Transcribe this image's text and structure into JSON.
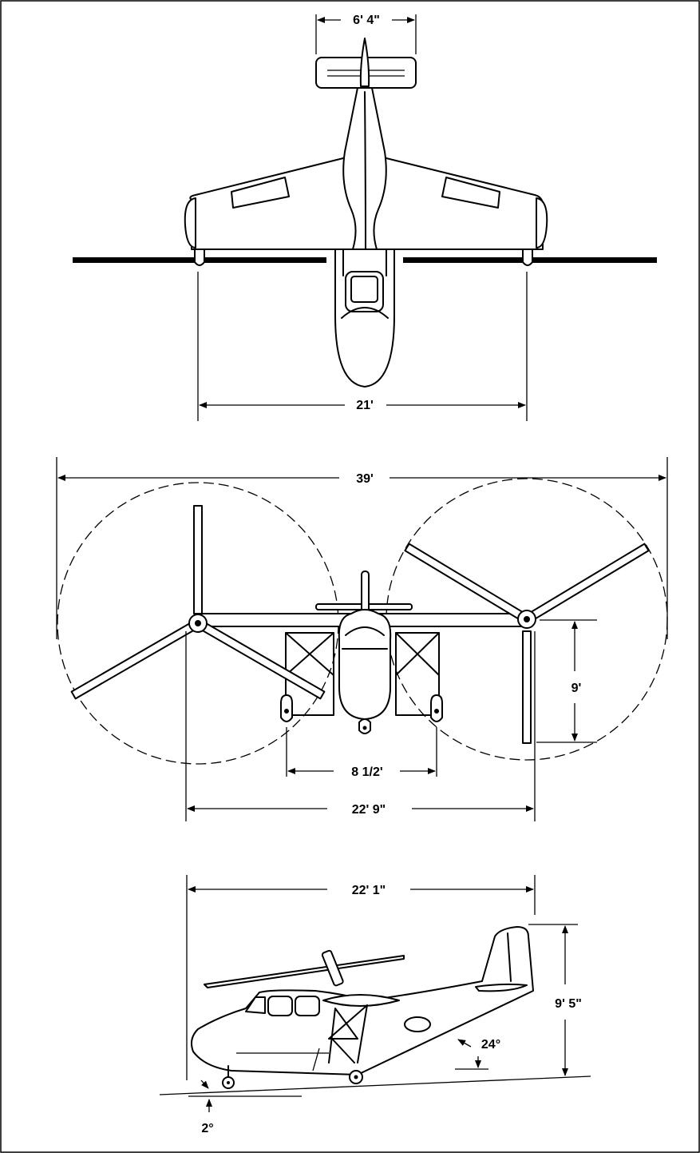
{
  "dimensions": {
    "tail_span": "6' 4\"",
    "main_gear_track_top": "21'",
    "rotor_span": "39'",
    "nose_gear_track": "8 1/2'",
    "rotor_height": "9'",
    "hub_spacing": "22' 9\"",
    "fuselage_length": "22' 1\"",
    "overall_height": "9' 5\"",
    "tail_angle": "24°",
    "ground_angle": "2°"
  }
}
